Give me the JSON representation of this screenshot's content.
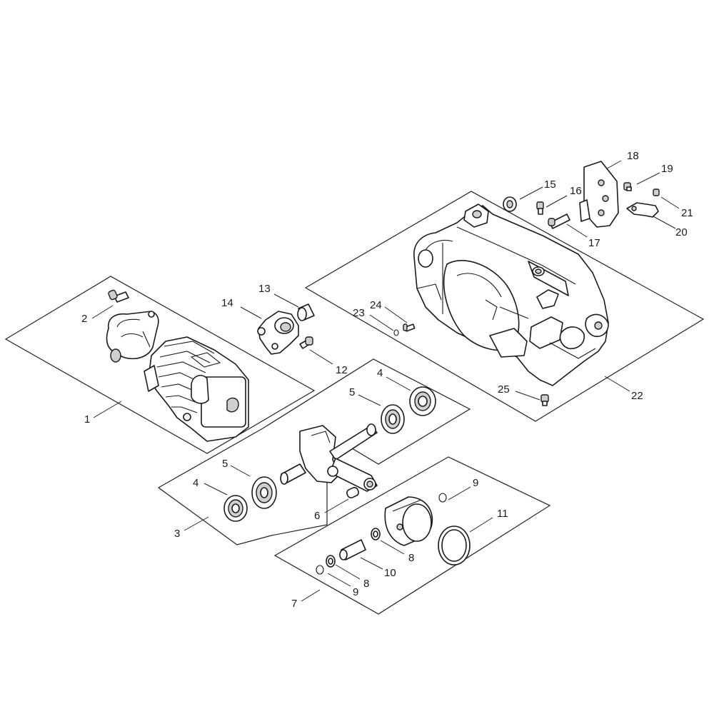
{
  "callouts": {
    "c1": "1",
    "c2": "2",
    "c3": "3",
    "c4a": "4",
    "c4b": "4",
    "c5a": "5",
    "c5b": "5",
    "c6": "6",
    "c7": "7",
    "c8a": "8",
    "c8b": "8",
    "c9a": "9",
    "c9b": "9",
    "c10": "10",
    "c11": "11",
    "c12": "12",
    "c13": "13",
    "c14": "14",
    "c15": "15",
    "c16": "16",
    "c17": "17",
    "c18": "18",
    "c19": "19",
    "c20": "20",
    "c21": "21",
    "c22": "22",
    "c23": "23",
    "c24": "24",
    "c25": "25"
  },
  "assemblies": [
    {
      "callout": "1",
      "part": "cylinder-assembly"
    },
    {
      "callout": "3",
      "part": "crankshaft-assembly"
    },
    {
      "callout": "7",
      "part": "piston-assembly"
    },
    {
      "callout": "22",
      "part": "crankcase-assembly"
    }
  ]
}
